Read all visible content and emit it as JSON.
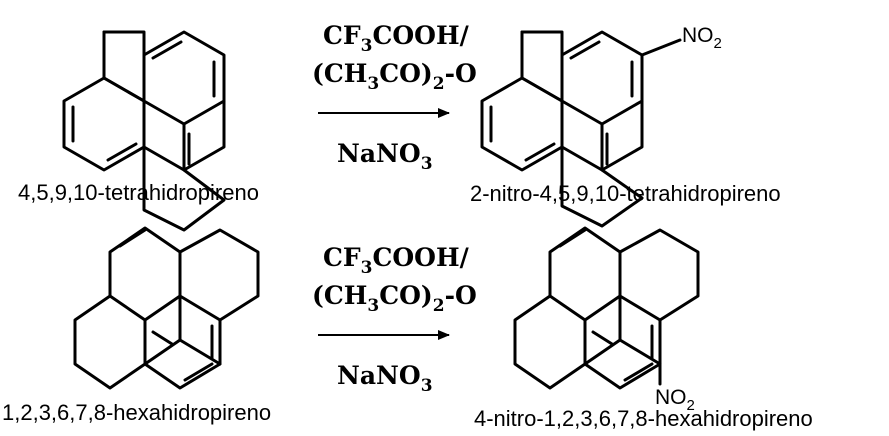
{
  "reactions": [
    {
      "reactant": {
        "name": "4,5,9,10-tetrahidropireno"
      },
      "conditions": {
        "reagent1": {
          "p1": "CF",
          "s1": "3",
          "p2": "COOH/"
        },
        "reagent2": {
          "p1": "(CH",
          "s1": "3",
          "p2": "CO)",
          "s2": "2",
          "p3": "-O"
        },
        "reagent3": {
          "p1": "NaNO",
          "s1": "3"
        }
      },
      "product": {
        "name": "2-nitro-4,5,9,10-tetrahidropireno",
        "substituent": {
          "p1": "NO",
          "s1": "2"
        }
      }
    },
    {
      "reactant": {
        "name": "1,2,3,6,7,8-hexahidropireno"
      },
      "conditions": {
        "reagent1": {
          "p1": "CF",
          "s1": "3",
          "p2": "COOH/"
        },
        "reagent2": {
          "p1": "(CH",
          "s1": "3",
          "p2": "CO)",
          "s2": "2",
          "p3": "-O"
        },
        "reagent3": {
          "p1": "NaNO",
          "s1": "3"
        }
      },
      "product": {
        "name": "4-nitro-1,2,3,6,7,8-hexahidropireno",
        "substituent": {
          "p1": "NO",
          "s1": "2"
        }
      }
    }
  ]
}
